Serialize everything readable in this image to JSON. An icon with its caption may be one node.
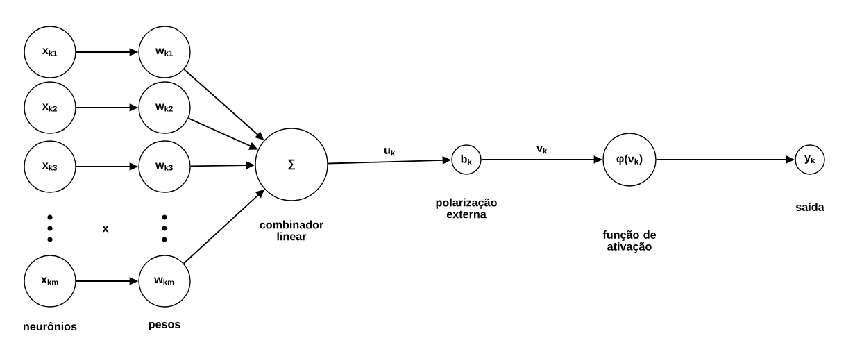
{
  "diagram": {
    "nodes": [
      {
        "text": [
          "x$_{k1}$"
        ]
      },
      {
        "text": [
          "w$_{k1}$"
        ]
      },
      {
        "text": [
          "x$_{k2}$"
        ]
      },
      {
        "text": [
          "w$_{k2}$"
        ]
      },
      {
        "text": [
          "x$_{k3}$"
        ]
      },
      {
        "text": [
          "w$_{k3}$"
        ]
      },
      {
        "text": [
          "x$_{km}$"
        ]
      },
      {
        "text": [
          "w$_{km}$"
        ]
      },
      {
        "text": [
          "∑"
        ],
        "beside": [
          "combinador linear"
        ]
      },
      {
        "text": [
          "b$_{k}$"
        ],
        "beside": [
          "polarização externa"
        ]
      },
      {
        "text": [
          "φ(v$_{k}$)"
        ],
        "beside": [
          "função de ativação"
        ]
      },
      {
        "text": [
          "y$_{k}$"
        ],
        "beside": [
          "saída"
        ]
      }
    ],
    "edges": [
      {
        "from": 0,
        "to": 1,
        "arrow": "to"
      },
      {
        "from": 2,
        "to": 3,
        "arrow": "to"
      },
      {
        "from": 4,
        "to": 5,
        "arrow": "to"
      },
      {
        "from": 6,
        "to": 7,
        "arrow": "to"
      },
      {
        "from": 1,
        "to": 8,
        "arrow": "to"
      },
      {
        "from": 3,
        "to": 8,
        "arrow": "to"
      },
      {
        "from": 5,
        "to": 8,
        "arrow": "to"
      },
      {
        "from": 7,
        "to": 8,
        "arrow": "to"
      },
      {
        "from": 8,
        "to": 9,
        "arrow": "to",
        "label": "u$_{k}$"
      },
      {
        "from": 9,
        "to": 10,
        "arrow": "to",
        "label": "v$_{k}$"
      },
      {
        "from": 10,
        "to": 11,
        "arrow": "to"
      }
    ],
    "labels": [
      "x",
      "neurônios",
      "pesos"
    ]
  }
}
